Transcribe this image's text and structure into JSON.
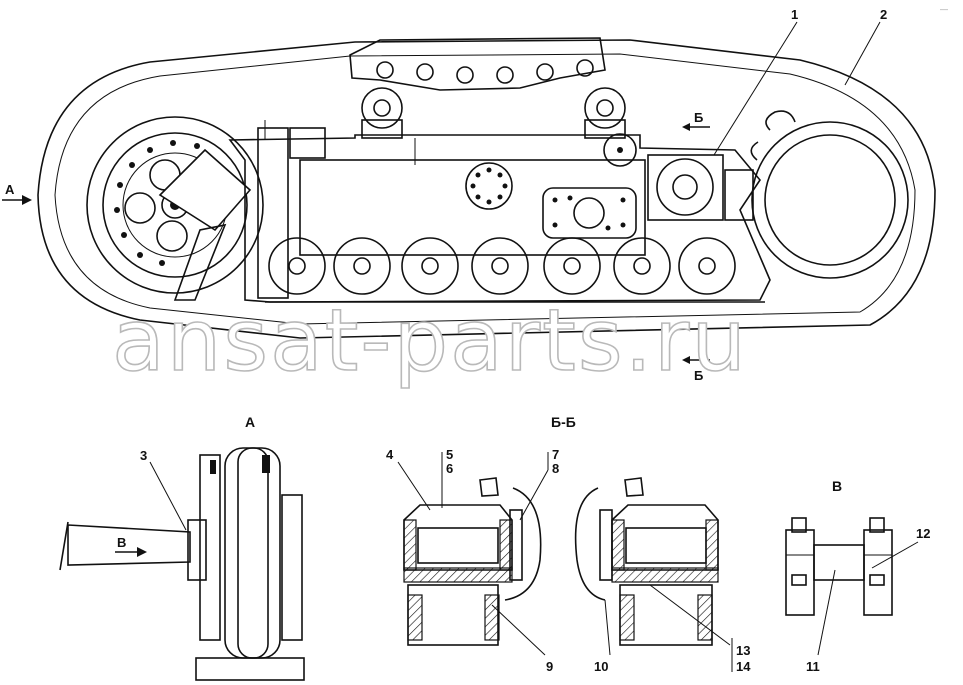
{
  "watermark": "ansat-parts.ru",
  "corner_mark": "—",
  "views": {
    "a": "А",
    "b_b": "Б-Б",
    "v": "В"
  },
  "section_marks": {
    "top": "Б",
    "bottom": "Б"
  },
  "arrows": {
    "main_view": "А",
    "detail_view": "В"
  },
  "callouts": {
    "c1": "1",
    "c2": "2",
    "c3": "3",
    "c4": "4",
    "c5": "5",
    "c6": "6",
    "c7": "7",
    "c8": "8",
    "c9": "9",
    "c10": "10",
    "c11": "11",
    "c12": "12",
    "c13": "13",
    "c14": "14"
  }
}
